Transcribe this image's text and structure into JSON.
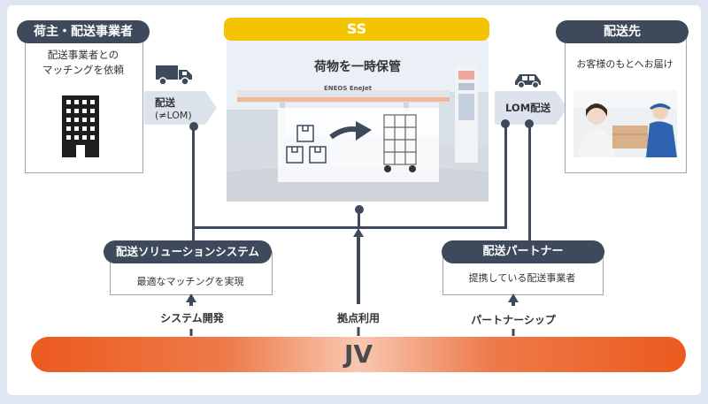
{
  "shipper": {
    "title": "荷主・配送事業者",
    "note_line1": "配送事業者との",
    "note_line2": "マッチングを依頼"
  },
  "ss": {
    "title": "SS",
    "caption": "荷物を一時保管",
    "sign_text": "ENEOS EneJet"
  },
  "destination": {
    "title": "配送先",
    "note": "お客様のもとへお届け"
  },
  "left_arrow": {
    "label": "配送",
    "sub": "(≠LOM)"
  },
  "right_arrow": {
    "label": "LOM配送"
  },
  "solution": {
    "title": "配送ソリューションシステム",
    "note": "最適なマッチングを実現"
  },
  "partner": {
    "title": "配送パートナー",
    "note": "提携している配送事業者"
  },
  "links": {
    "system": "システム開発",
    "hub": "拠点利用",
    "partnership": "パートナーシップ"
  },
  "jv": {
    "label": "JV"
  },
  "colors": {
    "navy": "#3e4a5c",
    "ss_yellow": "#f5c400",
    "jv_orange": "#ec5a1e"
  }
}
